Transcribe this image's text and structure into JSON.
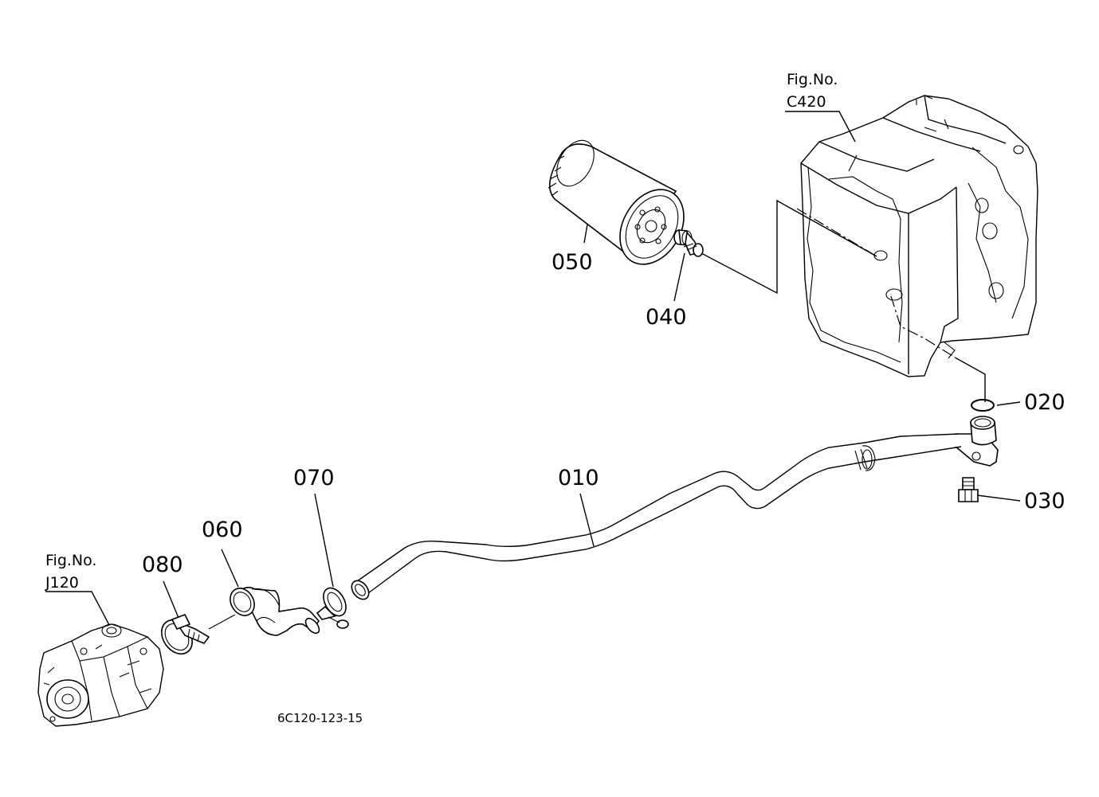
{
  "diagram": {
    "drawing_code": "6C120-123-15",
    "references": [
      {
        "id": "c420",
        "line1": "Fig.No.",
        "line2": "C420"
      },
      {
        "id": "j120",
        "line1": "Fig.No.",
        "line2": "J120"
      }
    ],
    "parts": [
      {
        "id": "p010",
        "label": "010"
      },
      {
        "id": "p020",
        "label": "020"
      },
      {
        "id": "p030",
        "label": "030"
      },
      {
        "id": "p040",
        "label": "040"
      },
      {
        "id": "p050",
        "label": "050"
      },
      {
        "id": "p060",
        "label": "060"
      },
      {
        "id": "p070",
        "label": "070"
      },
      {
        "id": "p080",
        "label": "080"
      }
    ]
  }
}
